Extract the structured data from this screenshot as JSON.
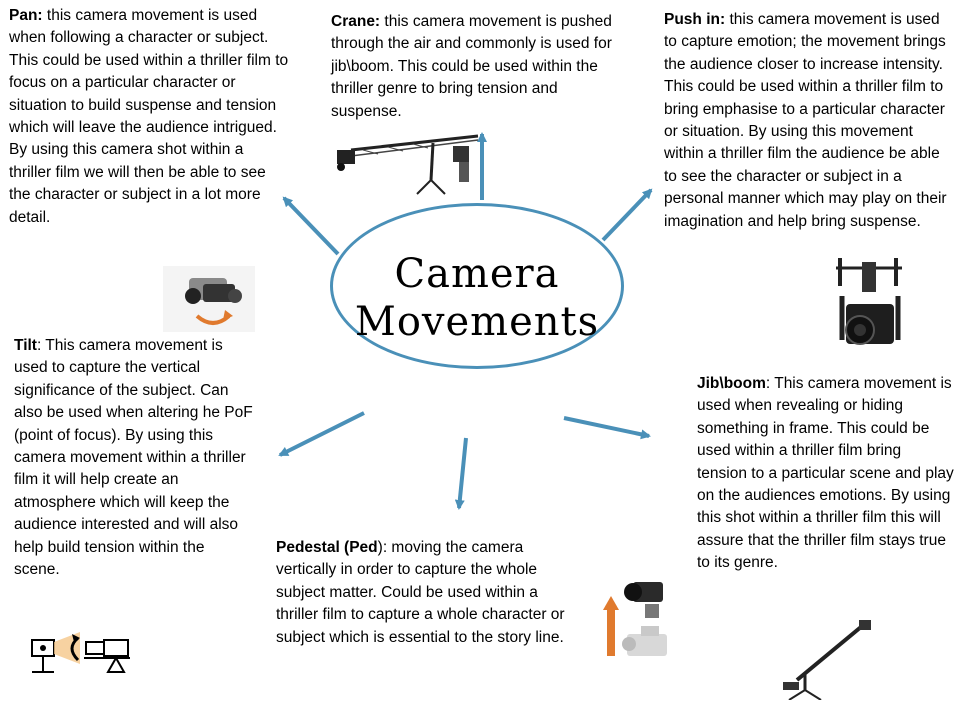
{
  "center": {
    "title": "Camera\nMovements"
  },
  "colors": {
    "arrow": "#4a90b8",
    "ellipse": "#4a90b8",
    "orange_arrow": "#e07a2e"
  },
  "sections": {
    "pan": {
      "term": "Pan:",
      "text": "  this camera movement is used when following a character or subject.\nThis could be used within a thriller film to focus on a particular character or situation to build suspense and tension which will leave the audience intrigued. By using this camera shot within a thriller film we will then be able to see the character or subject in a lot more detail."
    },
    "crane": {
      "term": "Crane:",
      "text": " this camera movement is pushed through the air and commonly is used for jib\\boom. This could be used within the thriller genre to bring tension and suspense."
    },
    "push_in": {
      "term": "Push in:",
      "text": " this camera movement is used to capture emotion; the movement brings the audience closer to increase intensity. This could be used within a  thriller film to bring emphasise to a particular character or situation. By using this movement within a thriller film the audience be able to see the character or subject in a personal manner which may play on their imagination and help bring suspense."
    },
    "tilt": {
      "term": "Tilt",
      "text": ":  This camera movement is used to capture the vertical significance of the subject. Can also be used when altering he PoF (point of focus). By using this camera movement within a thriller film it will help create an atmosphere which will keep the audience interested and will also help build tension within the scene."
    },
    "pedestal": {
      "term": "Pedestal (Ped",
      "text": "): moving the camera vertically in order to capture the whole subject matter. Could be used within a thriller film to capture a whole character or subject which is essential to the story line."
    },
    "jib_boom": {
      "term": "Jib\\boom",
      "text": ": This camera movement is used when revealing or hiding something in frame. This could be used within a thriller film bring tension to a particular scene and play on the audiences emotions. By using this shot within a thriller film this will assure that the thriller film stays true to its genre."
    }
  }
}
